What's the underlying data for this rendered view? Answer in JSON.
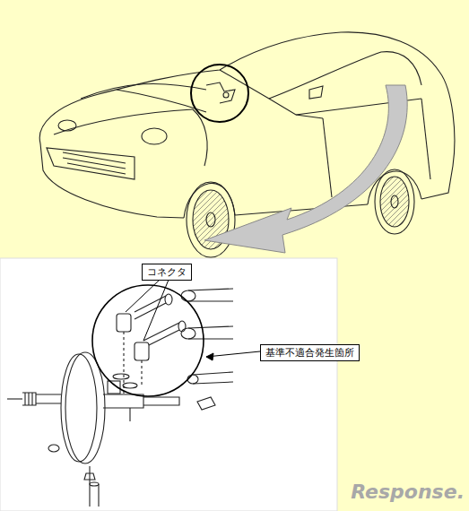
{
  "diagram": {
    "nodes": [
      {
        "text": [
          "コネクタ"
        ]
      },
      {
        "text": [
          "基準不適合発生箇所"
        ]
      }
    ],
    "labels": [
      "Response."
    ]
  }
}
